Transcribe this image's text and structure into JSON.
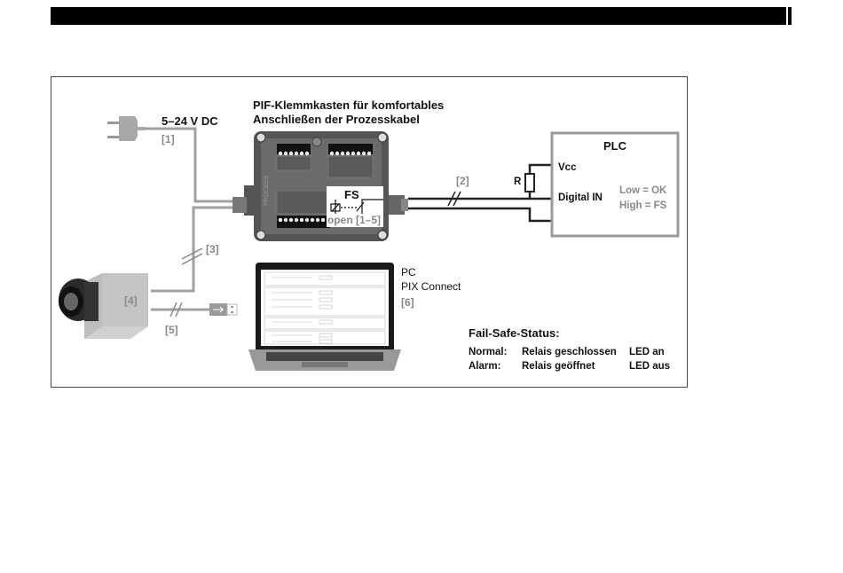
{
  "page": {
    "header_bar": "black-banner"
  },
  "diagram": {
    "title_line1": "PIF-Klemmkasten für komfortables",
    "title_line2": "Anschließen der Prozesskabel",
    "power": {
      "voltage": "5–24 V DC",
      "ref": "[1]",
      "icon": "power-plug-icon"
    },
    "cable_refs": {
      "plc_cable": "[2]",
      "camera_cable": "[3]",
      "camera": "[4]",
      "usb_cable": "[5]",
      "pc": "[6]"
    },
    "fs_box": {
      "title": "FS",
      "label": "open [1–5]",
      "icon": "relay-switch-icon"
    },
    "plc": {
      "title": "PLC",
      "vcc": "Vcc",
      "digital_in": "Digital IN",
      "resistor": "R",
      "low": "Low = OK",
      "high": "High = FS"
    },
    "pc": {
      "line1": "PC",
      "line2": "PIX Connect",
      "icon": "laptop-icon"
    },
    "camera_icon": "thermal-camera-icon",
    "usb_icon": "usb-connector-icon",
    "terminal_box_icon": "terminal-box-icon",
    "terminal_box_brand": "PROCESS"
  },
  "fail_safe_status": {
    "title": "Fail-Safe-Status:",
    "rows": [
      {
        "state": "Normal:",
        "relay": "Relais geschlossen",
        "led": "LED an"
      },
      {
        "state": "Alarm:",
        "relay": "Relais geöffnet",
        "led": "LED aus"
      }
    ]
  },
  "colors": {
    "cable_grey": "#a0a0a0",
    "wire_dark": "#222222",
    "plc_border": "#9a9a9a",
    "label_grey": "#888888"
  }
}
